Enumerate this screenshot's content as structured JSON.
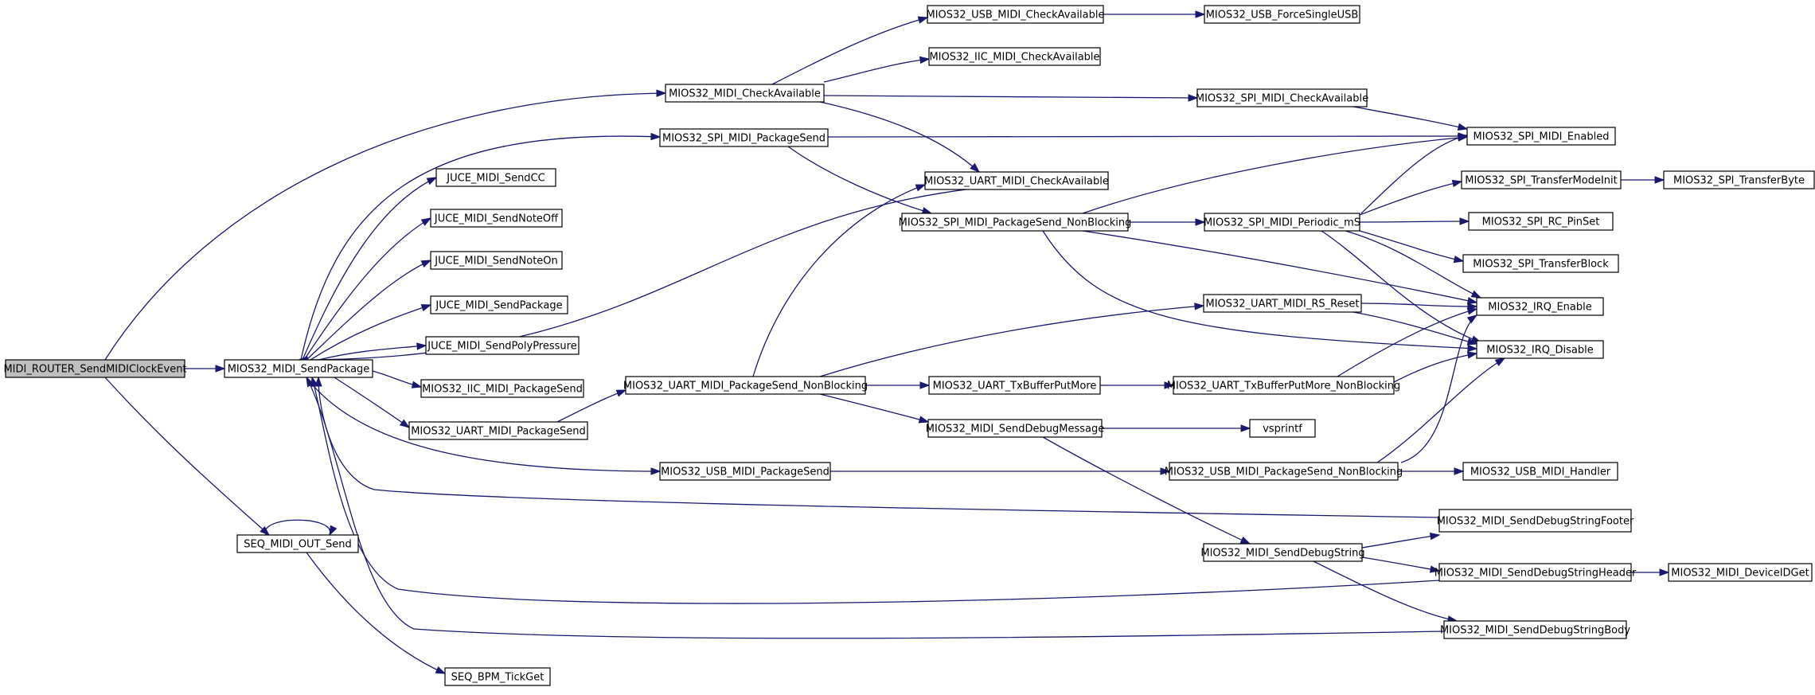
{
  "graph": {
    "type": "call-graph",
    "edge_color": "#191970",
    "root_fill": "#bfbfbf",
    "nodes": [
      {
        "id": "router",
        "label": "MIDI_ROUTER_SendMIDIClockEvent",
        "root": true
      },
      {
        "id": "sendpkg",
        "label": "MIOS32_MIDI_SendPackage"
      },
      {
        "id": "seqout",
        "label": "SEQ_MIDI_OUT_Send"
      },
      {
        "id": "bpm",
        "label": "SEQ_BPM_TickGet"
      },
      {
        "id": "checkavail",
        "label": "MIOS32_MIDI_CheckAvailable"
      },
      {
        "id": "spipkgsend",
        "label": "MIOS32_SPI_MIDI_PackageSend"
      },
      {
        "id": "jucecc",
        "label": "JUCE_MIDI_SendCC"
      },
      {
        "id": "jucenoteoff",
        "label": "JUCE_MIDI_SendNoteOff"
      },
      {
        "id": "jucenoteon",
        "label": "JUCE_MIDI_SendNoteOn"
      },
      {
        "id": "jucepkg",
        "label": "JUCE_MIDI_SendPackage"
      },
      {
        "id": "jucepoly",
        "label": "JUCE_MIDI_SendPolyPressure"
      },
      {
        "id": "iicpkgsend",
        "label": "MIOS32_IIC_MIDI_PackageSend"
      },
      {
        "id": "uartpkgsend",
        "label": "MIOS32_UART_MIDI_PackageSend"
      },
      {
        "id": "usbpkgsend",
        "label": "MIOS32_USB_MIDI_PackageSend"
      },
      {
        "id": "uartpkgnb",
        "label": "MIOS32_UART_MIDI_PackageSend_NonBlocking"
      },
      {
        "id": "usbcheck",
        "label": "MIOS32_USB_MIDI_CheckAvailable"
      },
      {
        "id": "iiccheck",
        "label": "MIOS32_IIC_MIDI_CheckAvailable"
      },
      {
        "id": "uartcheck",
        "label": "MIOS32_UART_MIDI_CheckAvailable"
      },
      {
        "id": "spipkgnb",
        "label": "MIOS32_SPI_MIDI_PackageSend_NonBlocking"
      },
      {
        "id": "uarttxmore",
        "label": "MIOS32_UART_TxBufferPutMore"
      },
      {
        "id": "senddebugmsg",
        "label": "MIOS32_MIDI_SendDebugMessage"
      },
      {
        "id": "usbforce",
        "label": "MIOS32_USB_ForceSingleUSB"
      },
      {
        "id": "spicheck",
        "label": "MIOS32_SPI_MIDI_CheckAvailable"
      },
      {
        "id": "spiperiodic",
        "label": "MIOS32_SPI_MIDI_Periodic_mS"
      },
      {
        "id": "uartrsreset",
        "label": "MIOS32_UART_MIDI_RS_Reset"
      },
      {
        "id": "uarttxmorenb",
        "label": "MIOS32_UART_TxBufferPutMore_NonBlocking"
      },
      {
        "id": "vsprintf",
        "label": "vsprintf"
      },
      {
        "id": "usbpkgnb",
        "label": "MIOS32_USB_MIDI_PackageSend_NonBlocking"
      },
      {
        "id": "senddebugstr",
        "label": "MIOS32_MIDI_SendDebugString"
      },
      {
        "id": "spienabled",
        "label": "MIOS32_SPI_MIDI_Enabled"
      },
      {
        "id": "spitransinit",
        "label": "MIOS32_SPI_TransferModeInit"
      },
      {
        "id": "spircpin",
        "label": "MIOS32_SPI_RC_PinSet"
      },
      {
        "id": "spitransblock",
        "label": "MIOS32_SPI_TransferBlock"
      },
      {
        "id": "irqenable",
        "label": "MIOS32_IRQ_Enable"
      },
      {
        "id": "irqdisable",
        "label": "MIOS32_IRQ_Disable"
      },
      {
        "id": "usbhandler",
        "label": "MIOS32_USB_MIDI_Handler"
      },
      {
        "id": "footer",
        "label": "MIOS32_MIDI_SendDebugStringFooter"
      },
      {
        "id": "header",
        "label": "MIOS32_MIDI_SendDebugStringHeader"
      },
      {
        "id": "body",
        "label": "MIOS32_MIDI_SendDebugStringBody"
      },
      {
        "id": "spitransbyte",
        "label": "MIOS32_SPI_TransferByte"
      },
      {
        "id": "deviceid",
        "label": "MIOS32_MIDI_DeviceIDGet"
      }
    ],
    "edges": [
      {
        "from": "router",
        "to": "sendpkg"
      },
      {
        "from": "router",
        "to": "checkavail"
      },
      {
        "from": "router",
        "to": "seqout"
      },
      {
        "from": "seqout",
        "to": "seqout"
      },
      {
        "from": "seqout",
        "to": "bpm"
      },
      {
        "from": "sendpkg",
        "to": "spipkgsend"
      },
      {
        "from": "sendpkg",
        "to": "jucecc"
      },
      {
        "from": "sendpkg",
        "to": "jucenoteoff"
      },
      {
        "from": "sendpkg",
        "to": "jucenoteon"
      },
      {
        "from": "sendpkg",
        "to": "jucepkg"
      },
      {
        "from": "sendpkg",
        "to": "jucepoly"
      },
      {
        "from": "sendpkg",
        "to": "iicpkgsend"
      },
      {
        "from": "sendpkg",
        "to": "uartpkgsend"
      },
      {
        "from": "sendpkg",
        "to": "usbpkgsend"
      },
      {
        "from": "checkavail",
        "to": "usbcheck"
      },
      {
        "from": "checkavail",
        "to": "iiccheck"
      },
      {
        "from": "checkavail",
        "to": "spicheck"
      },
      {
        "from": "checkavail",
        "to": "uartcheck"
      },
      {
        "from": "usbcheck",
        "to": "usbforce"
      },
      {
        "from": "spicheck",
        "to": "spienabled"
      },
      {
        "from": "spipkgsend",
        "to": "spienabled"
      },
      {
        "from": "spipkgsend",
        "to": "spipkgnb"
      },
      {
        "from": "uartpkgsend",
        "to": "uartpkgnb"
      },
      {
        "from": "uartpkgnb",
        "to": "uartcheck"
      },
      {
        "from": "uartpkgnb",
        "to": "uartrsreset"
      },
      {
        "from": "uartpkgnb",
        "to": "uarttxmore"
      },
      {
        "from": "uartpkgnb",
        "to": "senddebugmsg"
      },
      {
        "from": "spipkgnb",
        "to": "spienabled"
      },
      {
        "from": "spipkgnb",
        "to": "spiperiodic"
      },
      {
        "from": "spipkgnb",
        "to": "irqenable"
      },
      {
        "from": "spipkgnb",
        "to": "irqdisable"
      },
      {
        "from": "spiperiodic",
        "to": "spienabled"
      },
      {
        "from": "spiperiodic",
        "to": "spitransinit"
      },
      {
        "from": "spiperiodic",
        "to": "spircpin"
      },
      {
        "from": "spiperiodic",
        "to": "spitransblock"
      },
      {
        "from": "spiperiodic",
        "to": "irqenable"
      },
      {
        "from": "spiperiodic",
        "to": "irqdisable"
      },
      {
        "from": "spitransinit",
        "to": "spitransbyte"
      },
      {
        "from": "uartrsreset",
        "to": "irqenable"
      },
      {
        "from": "uartrsreset",
        "to": "irqdisable"
      },
      {
        "from": "uarttxmore",
        "to": "uarttxmorenb"
      },
      {
        "from": "uarttxmorenb",
        "to": "irqenable"
      },
      {
        "from": "uarttxmorenb",
        "to": "irqdisable"
      },
      {
        "from": "senddebugmsg",
        "to": "vsprintf"
      },
      {
        "from": "senddebugmsg",
        "to": "senddebugstr"
      },
      {
        "from": "usbpkgsend",
        "to": "usbpkgnb"
      },
      {
        "from": "usbpkgnb",
        "to": "usbhandler"
      },
      {
        "from": "usbpkgnb",
        "to": "irqenable"
      },
      {
        "from": "usbpkgnb",
        "to": "irqdisable"
      },
      {
        "from": "senddebugstr",
        "to": "footer"
      },
      {
        "from": "senddebugstr",
        "to": "header"
      },
      {
        "from": "senddebugstr",
        "to": "body"
      },
      {
        "from": "header",
        "to": "deviceid"
      },
      {
        "from": "footer",
        "to": "sendpkg"
      },
      {
        "from": "header",
        "to": "sendpkg"
      },
      {
        "from": "body",
        "to": "sendpkg"
      },
      {
        "from": "uartcheck",
        "to": "sendpkg"
      }
    ]
  }
}
